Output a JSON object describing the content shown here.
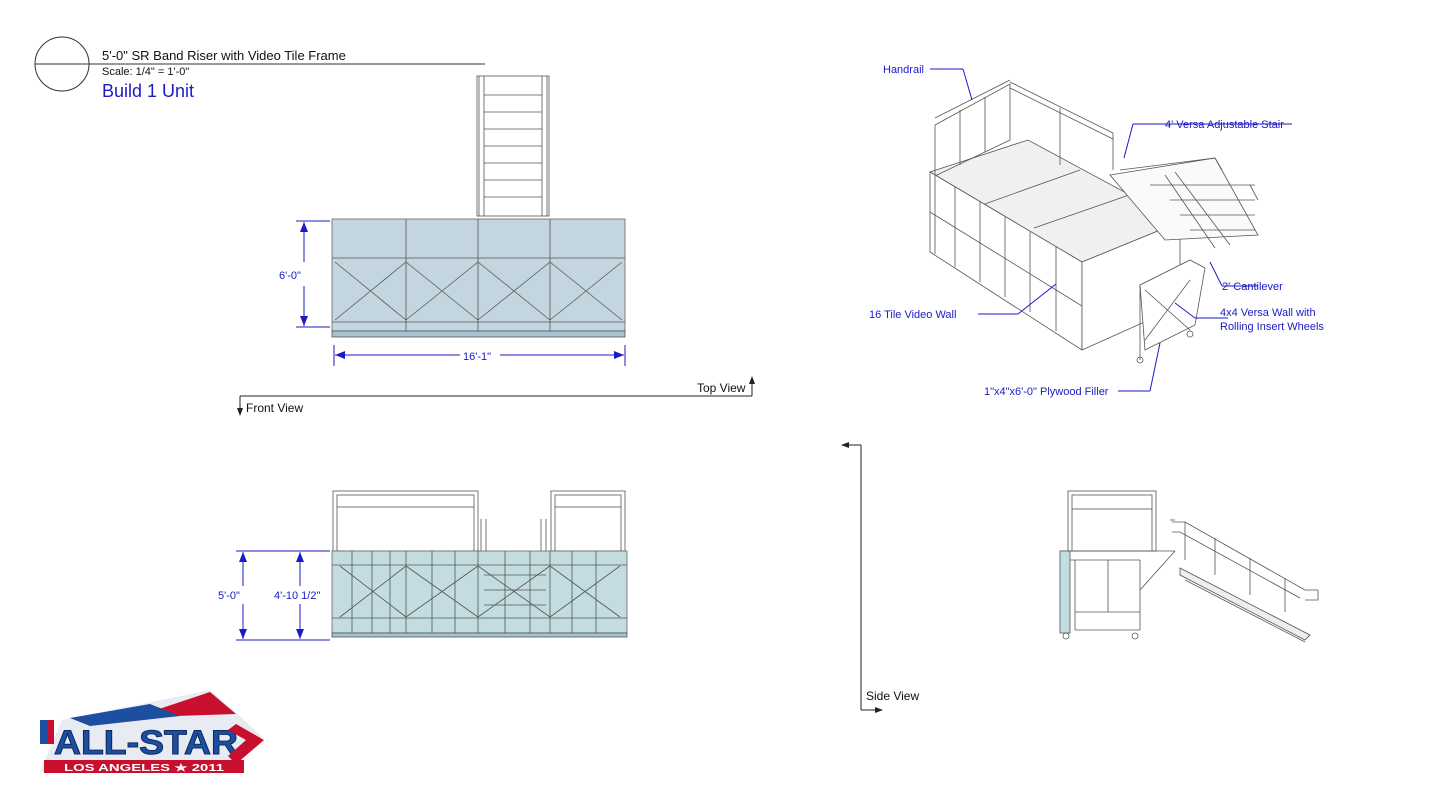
{
  "title_block": {
    "title": "5'-0\" SR Band Riser with Video Tile Frame",
    "scale": "Scale: 1/4\" = 1'-0\"",
    "build": "Build 1 Unit"
  },
  "views": {
    "top_view": "Top View",
    "front_view": "Front View",
    "side_view": "Side View"
  },
  "dimensions": {
    "top_height": "6'-0\"",
    "top_width": "16'-1\"",
    "front_height_outer": "5'-0\"",
    "front_height_inner": "4'-10 1/2\""
  },
  "callouts": {
    "handrail": "Handrail",
    "stair": "4' Versa Adjustable Stair",
    "cantilever": "2' Cantilever",
    "video_wall": "16 Tile Video Wall",
    "versa_wall_1": "4x4 Versa Wall with",
    "versa_wall_2": "Rolling Insert Wheels",
    "filler": "1\"x4\"x6'-0\" Plywood Filler"
  },
  "logo": {
    "word": "ALL-STAR",
    "sub": "LOS ANGELES ★ 2011"
  },
  "colors": {
    "ink": "#111111",
    "dim": "#1a1ac8",
    "panel": "#b9d3dd",
    "logo_blue": "#1d4fa0",
    "logo_red": "#c8102e"
  }
}
